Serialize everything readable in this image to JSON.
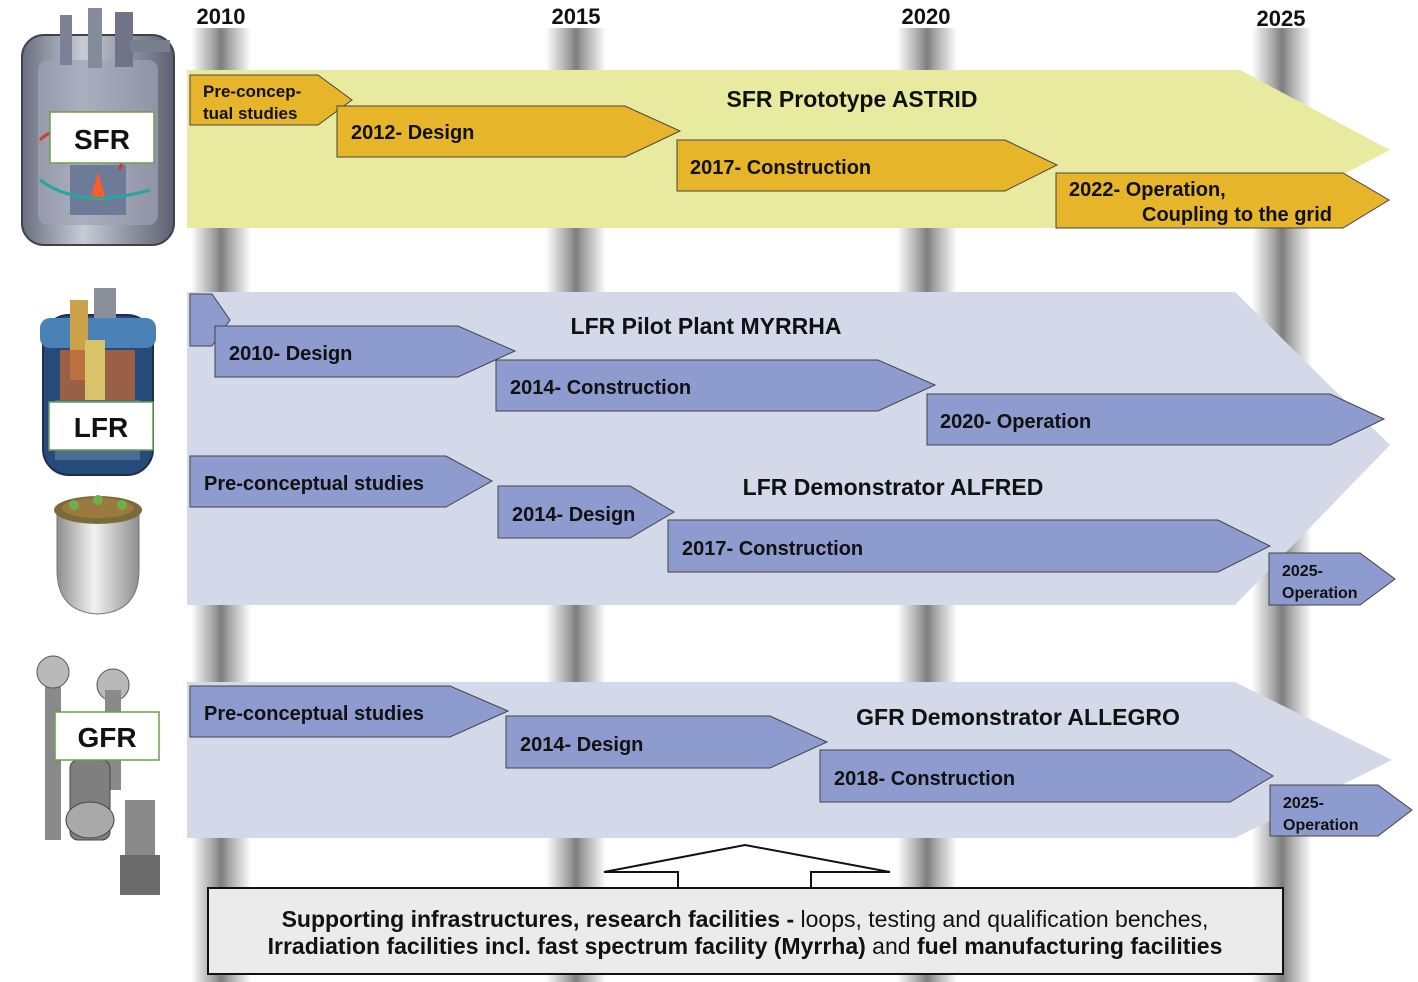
{
  "colors": {
    "sfr_band": "#e8eaa0",
    "sfr_phase": "#e6b52a",
    "lfr_band": "#d3d9e8",
    "lfr_phase": "#8d9bcf",
    "stroke": "#444444",
    "pillar": "#b9b9b9"
  },
  "years": [
    "2010",
    "2015",
    "2020",
    "2025"
  ],
  "sfr": {
    "tag": "SFR",
    "programme": "SFR Prototype ASTRID",
    "phases": [
      {
        "lines": [
          "Pre-concep-",
          "tual studies"
        ]
      },
      {
        "lines": [
          "2012- Design"
        ]
      },
      {
        "lines": [
          "2017- Construction"
        ]
      },
      {
        "lines": [
          "2022- Operation,",
          "Coupling to the grid"
        ]
      }
    ]
  },
  "lfr": {
    "tag": "LFR",
    "pilot": {
      "programme": "LFR Pilot Plant MYRRHA",
      "phases": [
        {
          "lines": [
            ""
          ]
        },
        {
          "lines": [
            "2010- Design"
          ]
        },
        {
          "lines": [
            "2014- Construction"
          ]
        },
        {
          "lines": [
            "2020- Operation"
          ]
        }
      ]
    },
    "demo": {
      "programme": "LFR Demonstrator ALFRED",
      "phases": [
        {
          "lines": [
            "Pre-conceptual studies"
          ]
        },
        {
          "lines": [
            "2014- Design"
          ]
        },
        {
          "lines": [
            "2017- Construction"
          ]
        },
        {
          "lines": [
            "2025-",
            "Operation"
          ]
        }
      ]
    }
  },
  "gfr": {
    "tag": "GFR",
    "programme": "GFR Demonstrator ALLEGRO",
    "phases": [
      {
        "lines": [
          "Pre-conceptual studies"
        ]
      },
      {
        "lines": [
          "2014- Design"
        ]
      },
      {
        "lines": [
          "2018- Construction"
        ]
      },
      {
        "lines": [
          "2025-",
          "Operation"
        ]
      }
    ]
  },
  "support": {
    "line1_bold": "Supporting infrastructures, research facilities -",
    "line1_rest": " loops, testing and qualification benches,",
    "line2_bold_a": "Irradiation facilities incl. fast spectrum facility (Myrrha)",
    "line2_mid": " and ",
    "line2_bold_b": "fuel manufacturing facilities"
  }
}
